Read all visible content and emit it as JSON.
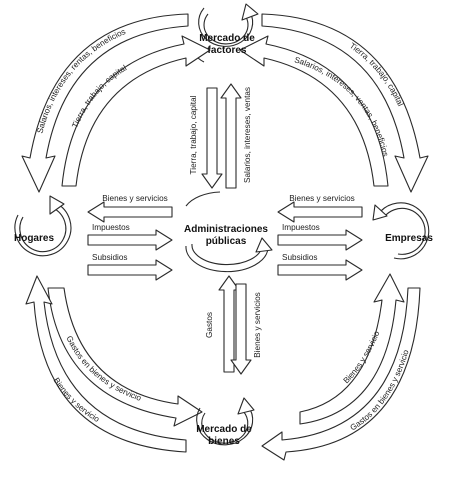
{
  "nodes": {
    "factores": [
      "Mercado de",
      "factores"
    ],
    "hogares": "Hogares",
    "empresas": "Empresas",
    "administraciones": [
      "Administraciones",
      "públicas"
    ],
    "bienes": [
      "Mercado de",
      "bienes"
    ]
  },
  "flows": {
    "tl_outer": "Salarios, intereses, rentas, beneficios",
    "tl_inner": "Tierra, trabajo, capital",
    "tr_outer": "Tierra, trabajo, capital",
    "tr_inner": "Salarios, intereses, ventas, beneficios",
    "center_up_left": "Tierra, trabajo, capital",
    "center_up_right": "Salarios, intereses, ventas",
    "left_bienes": "Bienes y servicios",
    "left_impuestos": "Impuestos",
    "left_subsidios": "Subsidios",
    "right_bienes": "Bienes y servicios",
    "right_impuestos": "Impuestos",
    "right_subsidios": "Subsidios",
    "center_down_left": "Gastos",
    "center_down_right": "Bienes y servicios",
    "bl_inner": "Gastos en bienes y servicio",
    "bl_outer": "Bienes y servicio",
    "br_inner": "Bienes y servicio",
    "br_outer": "Gastos en bienes y servicio"
  }
}
